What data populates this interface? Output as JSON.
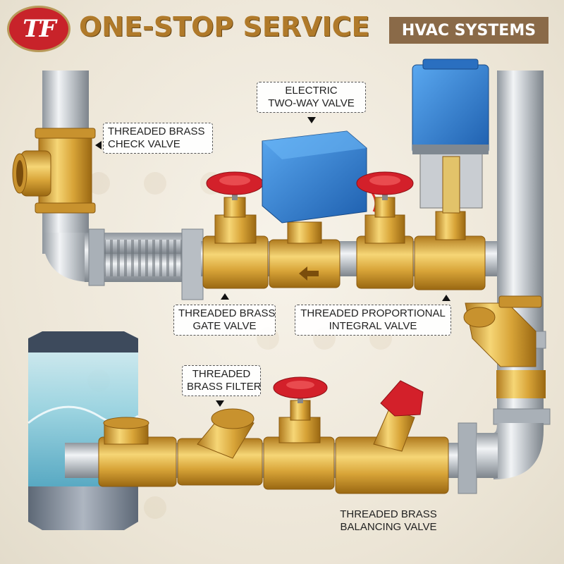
{
  "header": {
    "logo_text": "TF",
    "title": "ONE-STOP SERVICE",
    "badge": "HVAC SYSTEMS"
  },
  "labels": {
    "check_valve": [
      "THREADED BRASS",
      "CHECK VALVE"
    ],
    "electric_valve": [
      "ELECTRIC",
      "TWO-WAY VALVE"
    ],
    "gate_valve": [
      "THREADED BRASS",
      "GATE VALVE"
    ],
    "proportional_valve": [
      "THREADED PROPORTIONAL",
      "INTEGRAL VALVE"
    ],
    "filter": [
      "THREADED",
      "BRASS FILTER"
    ],
    "balancing_valve": [
      "THREADED BRASS",
      "BALANCING VALVE"
    ]
  },
  "colors": {
    "brand_red": "#c8232a",
    "title_gold": "#b07a2a",
    "badge_brown": "#8a6a48",
    "brass": "#d9a53a",
    "actuator_blue": "#2f7fd6",
    "handwheel_red": "#d3202a"
  }
}
